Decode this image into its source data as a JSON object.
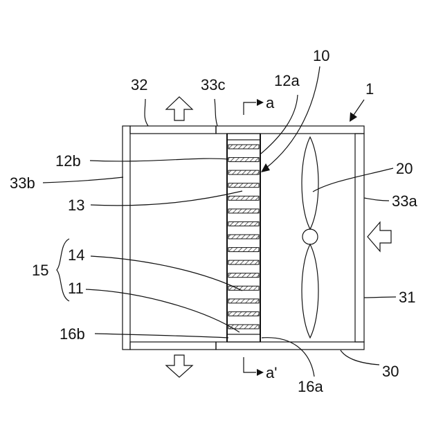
{
  "labels": {
    "l32": "32",
    "l33c": "33c",
    "l12a": "12a",
    "l10": "10",
    "l1": "1",
    "la": "a",
    "la_prime": "a'",
    "l12b": "12b",
    "l33b": "33b",
    "l13": "13",
    "l20": "20",
    "l33a": "33a",
    "l15": "15",
    "l14": "14",
    "l11": "11",
    "l31": "31",
    "l16b": "16b",
    "l16a": "16a",
    "l30": "30"
  },
  "structure": {
    "fin_count": 15
  }
}
